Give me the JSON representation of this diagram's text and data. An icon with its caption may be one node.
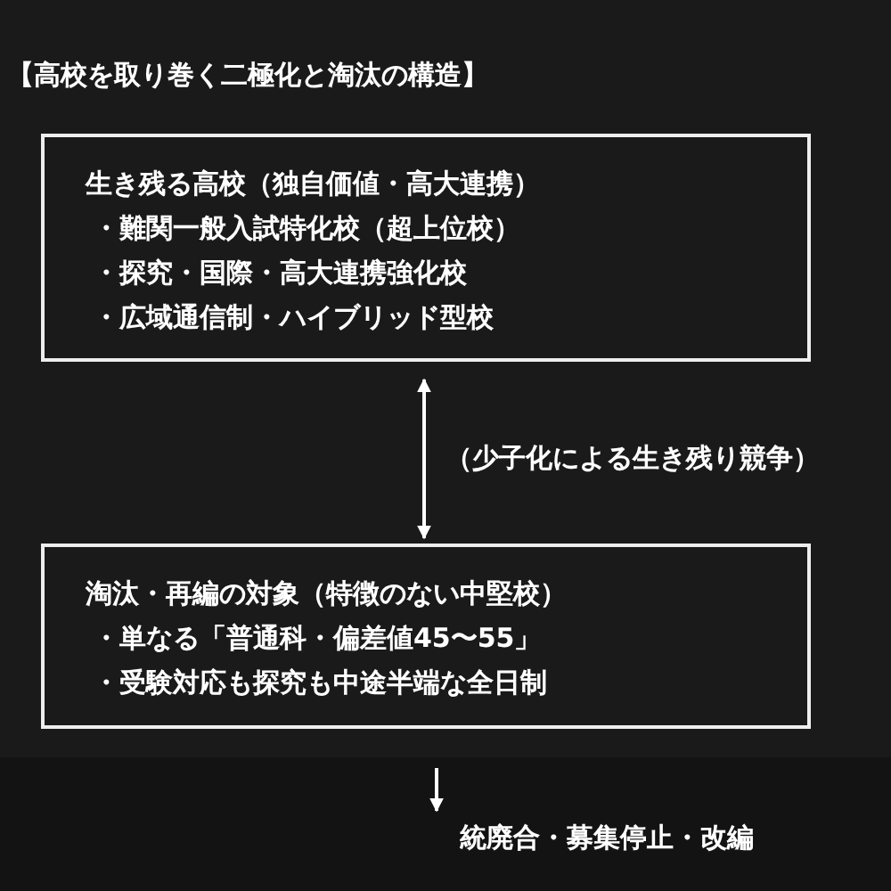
{
  "diagram": {
    "title": "【高校を取り巻く二極化と淘汰の構造】",
    "nodes": [
      {
        "text": [
          "生き残る高校（独自価値・高大連携）",
          "・難関一般入試特化校（超上位校）",
          "・探究・国際・高大連携強化校",
          "・広域通信制・ハイブリッド型校"
        ]
      },
      {
        "text": [
          "淘汰・再編の対象（特徴のない中堅校）",
          "・単なる「普通科・偏差値45〜55」",
          "・受験対応も探究も中途半端な全日制"
        ]
      },
      {
        "text": [
          "統廃合・募集停止・改編"
        ]
      }
    ],
    "edges": [
      {
        "from": 0,
        "to": 1,
        "arrow": "both",
        "label": "（少子化による生き残り競争）"
      },
      {
        "from": 1,
        "to": 2,
        "arrow": "to"
      }
    ]
  }
}
